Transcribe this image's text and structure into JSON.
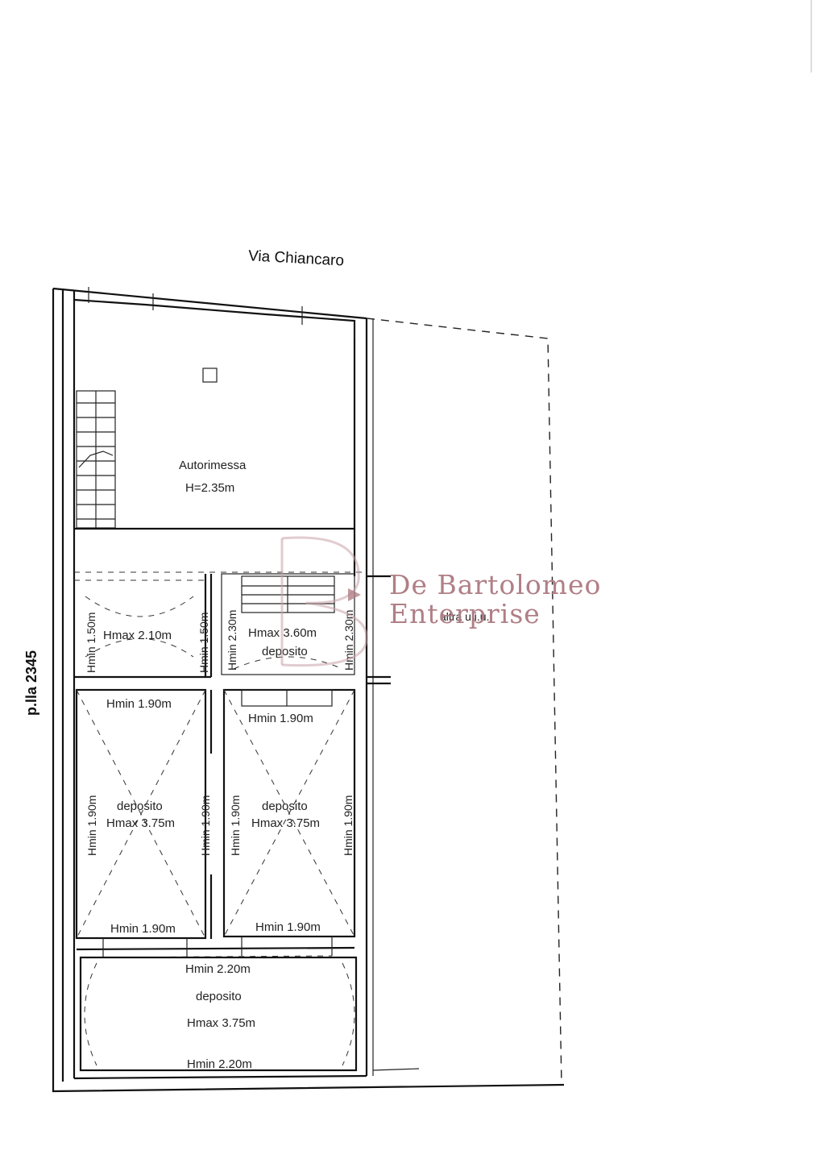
{
  "street": {
    "name": "Via Chiancaro"
  },
  "parcel": {
    "label": "p.lla 2345"
  },
  "rooms": {
    "autorimessa": {
      "name": "Autorimessa",
      "height": "H=2.35m"
    },
    "small_left": {
      "hmax": "Hmax 2.10m",
      "hmin_left": "Hmin 1.50m",
      "hmin_right": "Hmin 1.50m"
    },
    "small_center": {
      "hmax": "Hmax 3.60m",
      "name": "deposito",
      "hmin_left": "Hmin 2.30m",
      "hmin_right": "Hmin 2.30m"
    },
    "deposito_left": {
      "name": "deposito",
      "hmax": "Hmax 3.75m",
      "hmin_top": "Hmin 1.90m",
      "hmin_bottom": "Hmin 1.90m",
      "hmin_left": "Hmin 1.90m",
      "hmin_right": "Hmin 1.90m"
    },
    "deposito_right": {
      "name": "deposito",
      "hmax": "Hmax 3.75m",
      "hmin_top": "Hmin 1.90m",
      "hmin_bottom": "Hmin 1.90m",
      "hmin_left": "Hmin 1.90m",
      "hmin_right": "Hmin 1.90m"
    },
    "deposito_bottom": {
      "name": "deposito",
      "hmax": "Hmax 3.75m",
      "hmin_top": "Hmin 2.20m",
      "hmin_bottom": "Hmin 2.20m"
    }
  },
  "other_unit": {
    "label": "altra u.i.u."
  },
  "watermark": {
    "line1": "De Bartolomeo",
    "line2": "Enterprise"
  }
}
